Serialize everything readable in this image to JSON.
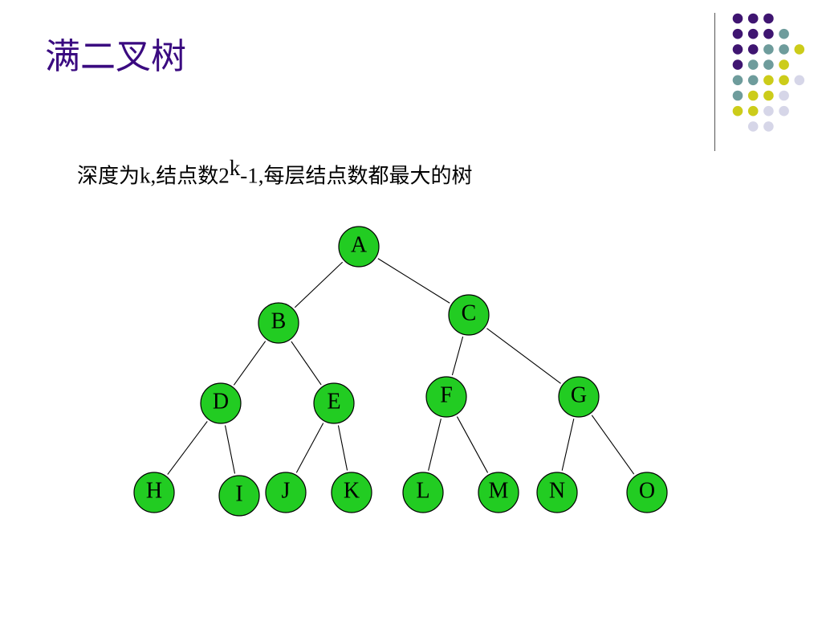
{
  "slide": {
    "title": "满二叉树",
    "subtitle_part1": "深度为",
    "subtitle_latin1": "k,",
    "subtitle_part2": "结点数",
    "subtitle_latin2": "2",
    "subtitle_sup": "k",
    "subtitle_latin3": "-1,",
    "subtitle_part3": "每层结点数都最大的树"
  },
  "colors": {
    "title": "#3a0a80",
    "node_fill": "#22cc22",
    "dot_purple": "#3f1571",
    "dot_teal": "#6e9c9c",
    "dot_yellow": "#cccc1a",
    "dot_lavender": "#d6d6e8"
  },
  "tree": {
    "nodes": [
      "A",
      "B",
      "C",
      "D",
      "E",
      "F",
      "G",
      "H",
      "I",
      "J",
      "K",
      "L",
      "M",
      "N",
      "O"
    ],
    "edges": [
      [
        "A",
        "B"
      ],
      [
        "A",
        "C"
      ],
      [
        "B",
        "D"
      ],
      [
        "B",
        "E"
      ],
      [
        "C",
        "F"
      ],
      [
        "C",
        "G"
      ],
      [
        "D",
        "H"
      ],
      [
        "D",
        "I"
      ],
      [
        "E",
        "J"
      ],
      [
        "E",
        "K"
      ],
      [
        "F",
        "L"
      ],
      [
        "F",
        "M"
      ],
      [
        "G",
        "N"
      ],
      [
        "G",
        "O"
      ]
    ]
  },
  "decor": {
    "dot_rows": [
      [
        "purple",
        "purple",
        "purple"
      ],
      [
        "purple",
        "purple",
        "purple",
        "teal"
      ],
      [
        "purple",
        "purple",
        "teal",
        "teal",
        "yellow"
      ],
      [
        "purple",
        "teal",
        "teal",
        "yellow"
      ],
      [
        "teal",
        "teal",
        "yellow",
        "yellow",
        "lavender"
      ],
      [
        "teal",
        "yellow",
        "yellow",
        "lavender"
      ],
      [
        "yellow",
        "yellow",
        "lavender",
        "lavender"
      ],
      [
        "lavender",
        "lavender"
      ]
    ]
  }
}
